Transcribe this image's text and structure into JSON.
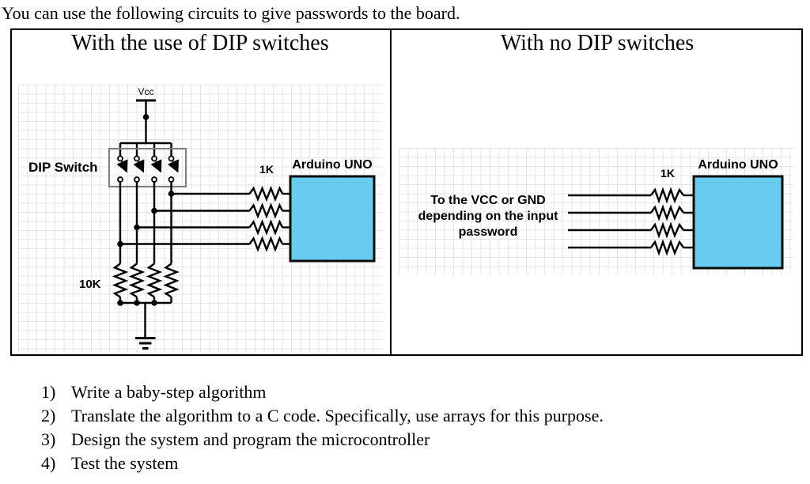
{
  "title": "You can use the following circuits to give passwords to the board.",
  "panels": {
    "left": {
      "header": "With the use of DIP switches",
      "labels": {
        "vcc": "Vcc",
        "dip_switch": "DIP Switch",
        "series_resistor": "1K",
        "arduino": "Arduino UNO",
        "pulldown_resistor": "10K"
      }
    },
    "right": {
      "header": "With no DIP switches",
      "labels": {
        "series_resistor": "1K",
        "arduino": "Arduino UNO"
      },
      "annotation": {
        "line1": "To the VCC or GND",
        "line2": "depending on the input",
        "line3": "password"
      }
    }
  },
  "tasks": [
    {
      "num": "1)",
      "text": "Write a baby-step algorithm"
    },
    {
      "num": "2)",
      "text": "Translate the algorithm to a C code. Specifically, use arrays for this purpose."
    },
    {
      "num": "3)",
      "text": "Design the system and program the microcontroller"
    },
    {
      "num": "4)",
      "text": "Test the system"
    }
  ],
  "colors": {
    "arduino_fill": "#68CCF1",
    "wire": "#000000",
    "grid_line": "#e5e5e5",
    "dip_border": "#7d7d7d"
  }
}
